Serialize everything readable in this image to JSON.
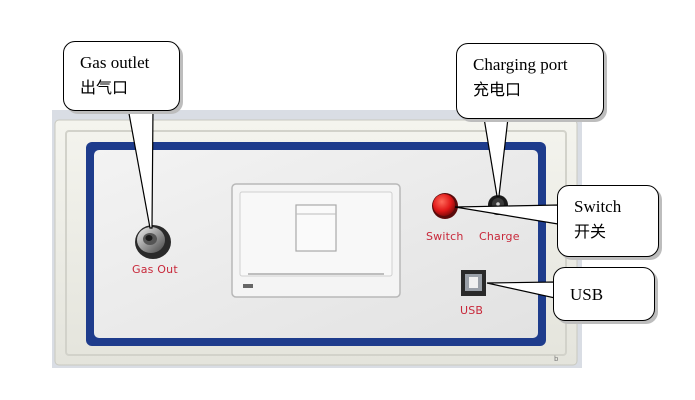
{
  "callouts": {
    "gas_outlet": {
      "en": "Gas outlet",
      "cn": "出气口"
    },
    "charging_port": {
      "en": "Charging port",
      "cn": "充电口"
    },
    "switch": {
      "en": "Switch",
      "cn": "开关"
    },
    "usb": {
      "en": "USB"
    }
  },
  "panel_labels": {
    "gas_out": "Gas Out",
    "switch": "Switch",
    "charge": "Charge",
    "usb": "USB",
    "corner": "b"
  },
  "colors": {
    "panel_blue": "#1e3c8c",
    "panel_face": "#ececec",
    "button_red": "#e01818",
    "label_red": "#c8283a",
    "frame": "#f0f0e8"
  }
}
